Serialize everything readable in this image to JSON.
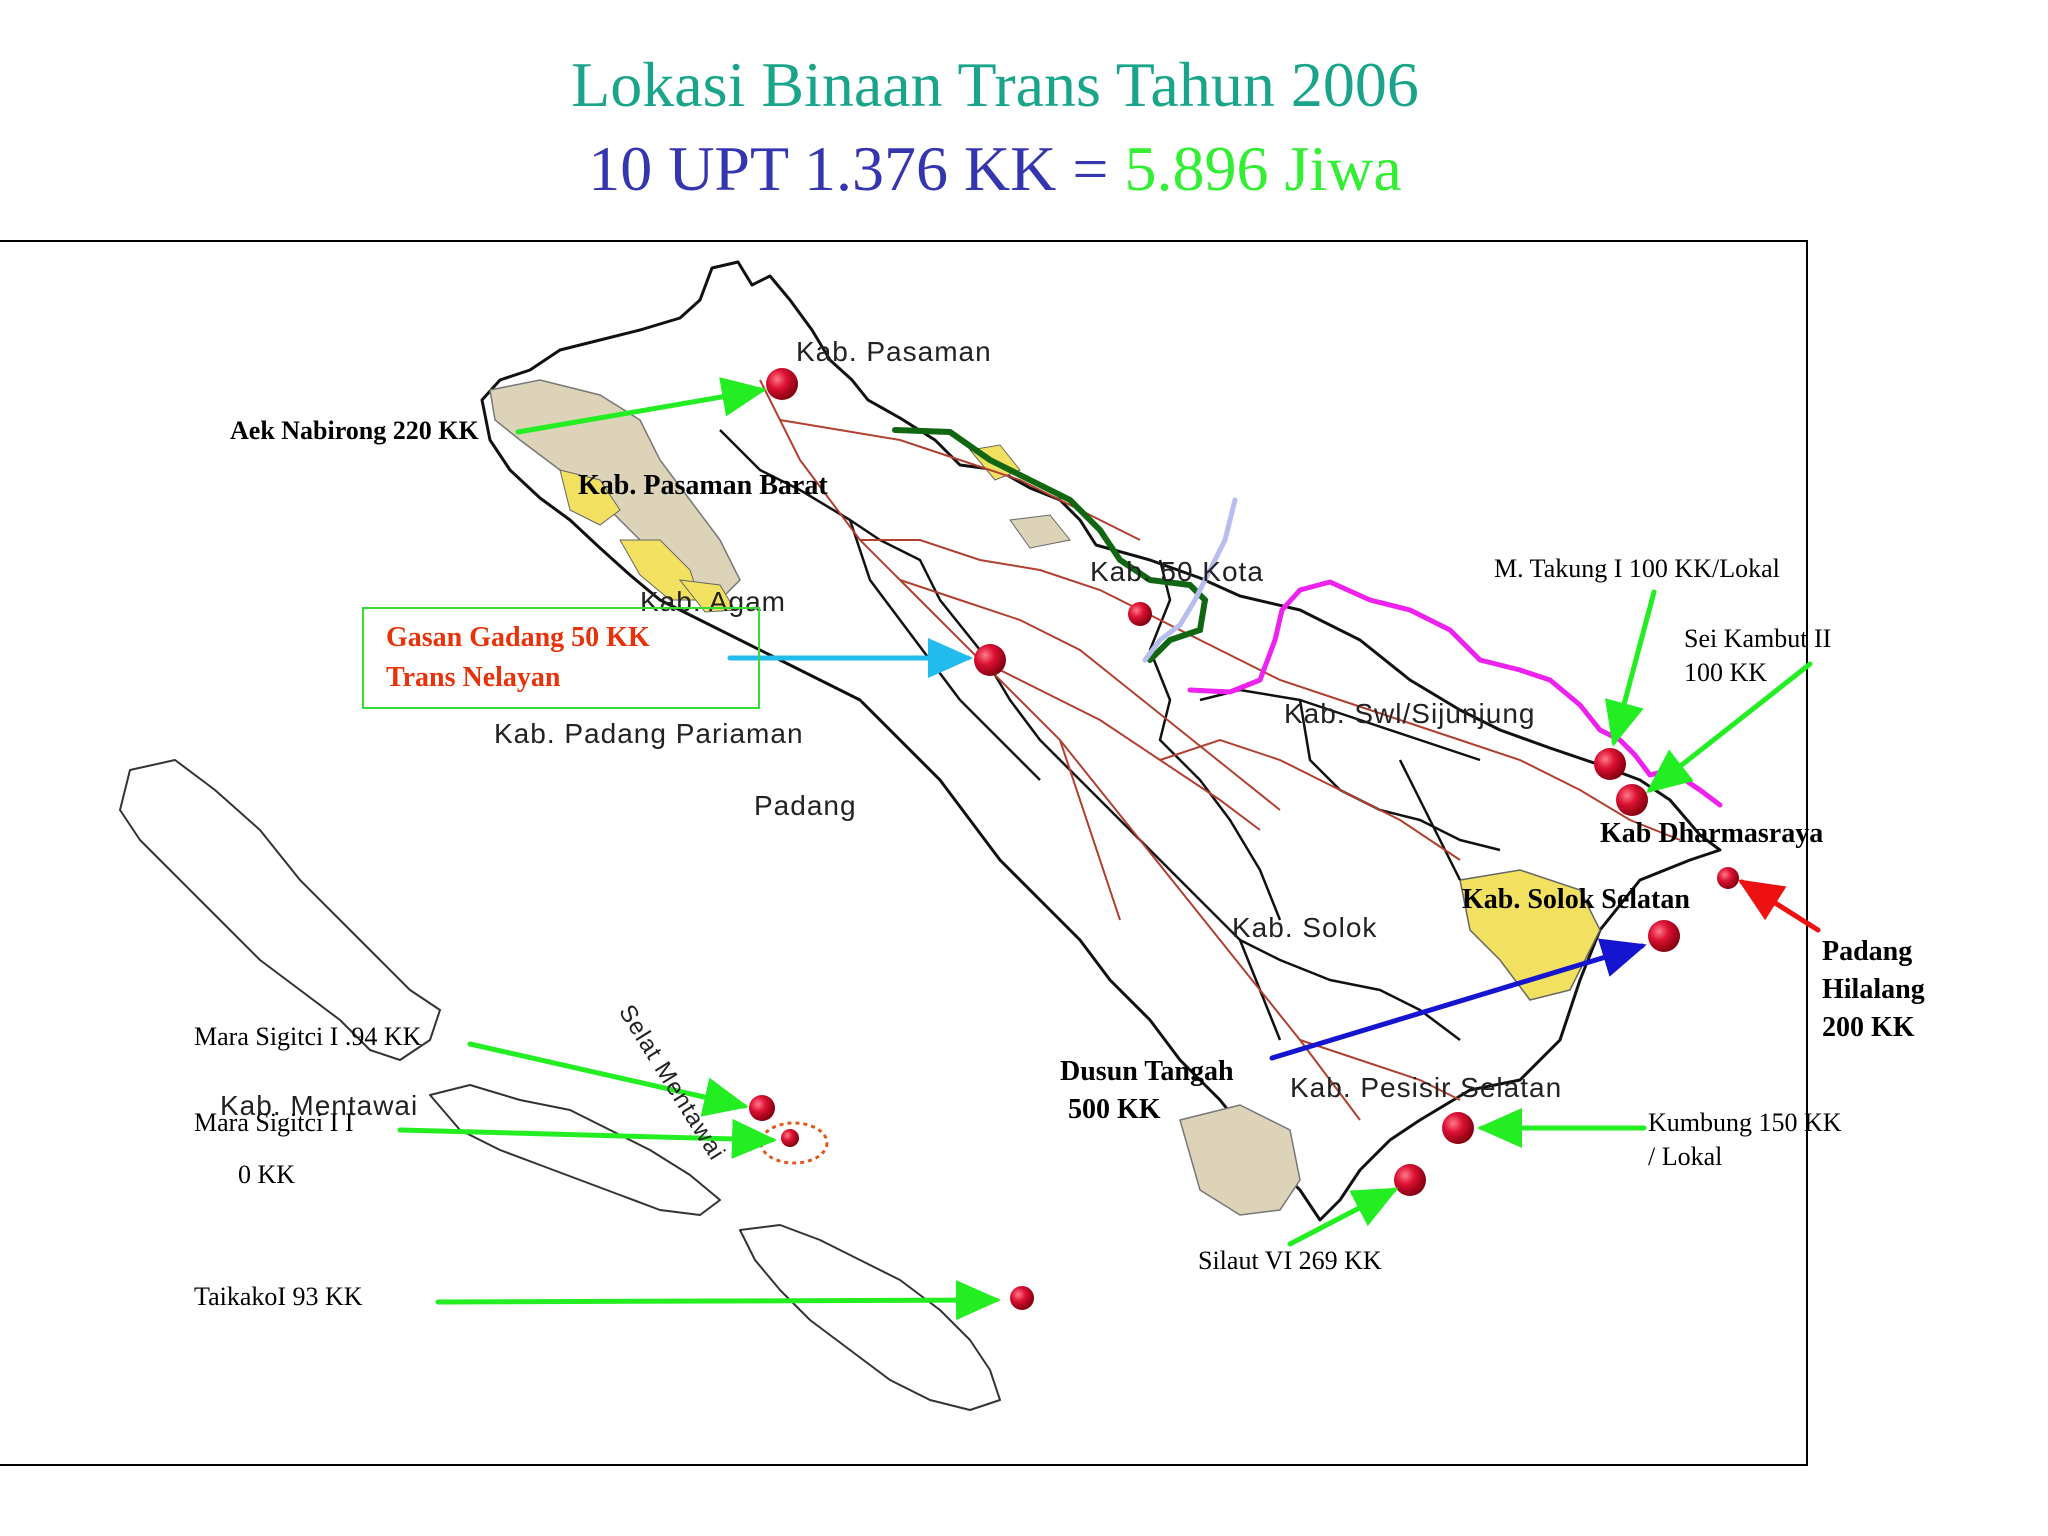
{
  "title": {
    "line1": "Lokasi Binaan Trans Tahun 2006",
    "line2_part1": "10 UPT 1.376 KK =",
    "line2_part2": "5.896 Jiwa"
  },
  "colors": {
    "title1": "#1aa58a",
    "title_blue": "#3535b0",
    "title_green": "#33ee33",
    "arrow_green": "#22ee22",
    "arrow_blue": "#1515d0",
    "arrow_red": "#ee1111",
    "arrow_cyan": "#22bbee",
    "boundary_magenta": "#ee22ee",
    "boundary_darkgreen": "#116611",
    "road_red": "#b04030",
    "site_marker": "#cc0022"
  },
  "regions": {
    "pasaman": "Kab. Pasaman",
    "pasaman_barat": "Kab. Pasaman Barat",
    "lima_puluh_kota": "Kab. 50 Kota",
    "agam": "Kab. Agam",
    "padang_pariaman": "Kab. Padang Pariaman",
    "padang": "Padang",
    "sijunjung": "Kab. Swl/Sijunjung",
    "dharmasraya": "Kab Dharmasraya",
    "solok_selatan": "Kab. Solok Selatan",
    "solok": "Kab. Solok",
    "pesisir_selatan": "Kab. Pesisir Selatan",
    "mentawai": "Kab. Mentawai",
    "selat_mentawai": "Selat Mentawai"
  },
  "sites": {
    "aek_nabirong": "Aek Nabirong 220 KK",
    "gasan_gadang_1": "Gasan Gadang 50 KK",
    "gasan_gadang_2": "Trans Nelayan",
    "m_takung": "M. Takung  I  100 KK/Lokal",
    "sei_kambut_1": "Sei Kambut II",
    "sei_kambut_2": "100 KK",
    "padang_hilalang_1": "Padang",
    "padang_hilalang_2": "Hilalang",
    "padang_hilalang_3": "200 KK",
    "dusun_tangah_1": "Dusun Tangah",
    "dusun_tangah_2": "500 KK",
    "kumbung_1": "Kumbung 150 KK",
    "kumbung_2": "/ Lokal",
    "silaut": "Silaut VI  269 KK",
    "mara_sigitci_1": "Mara Sigitci I .94 KK",
    "mara_sigitci_2a": "Mara Sigitci I I",
    "mara_sigitci_2b": "0  KK",
    "taikako": "TaikakoI  93 KK"
  }
}
